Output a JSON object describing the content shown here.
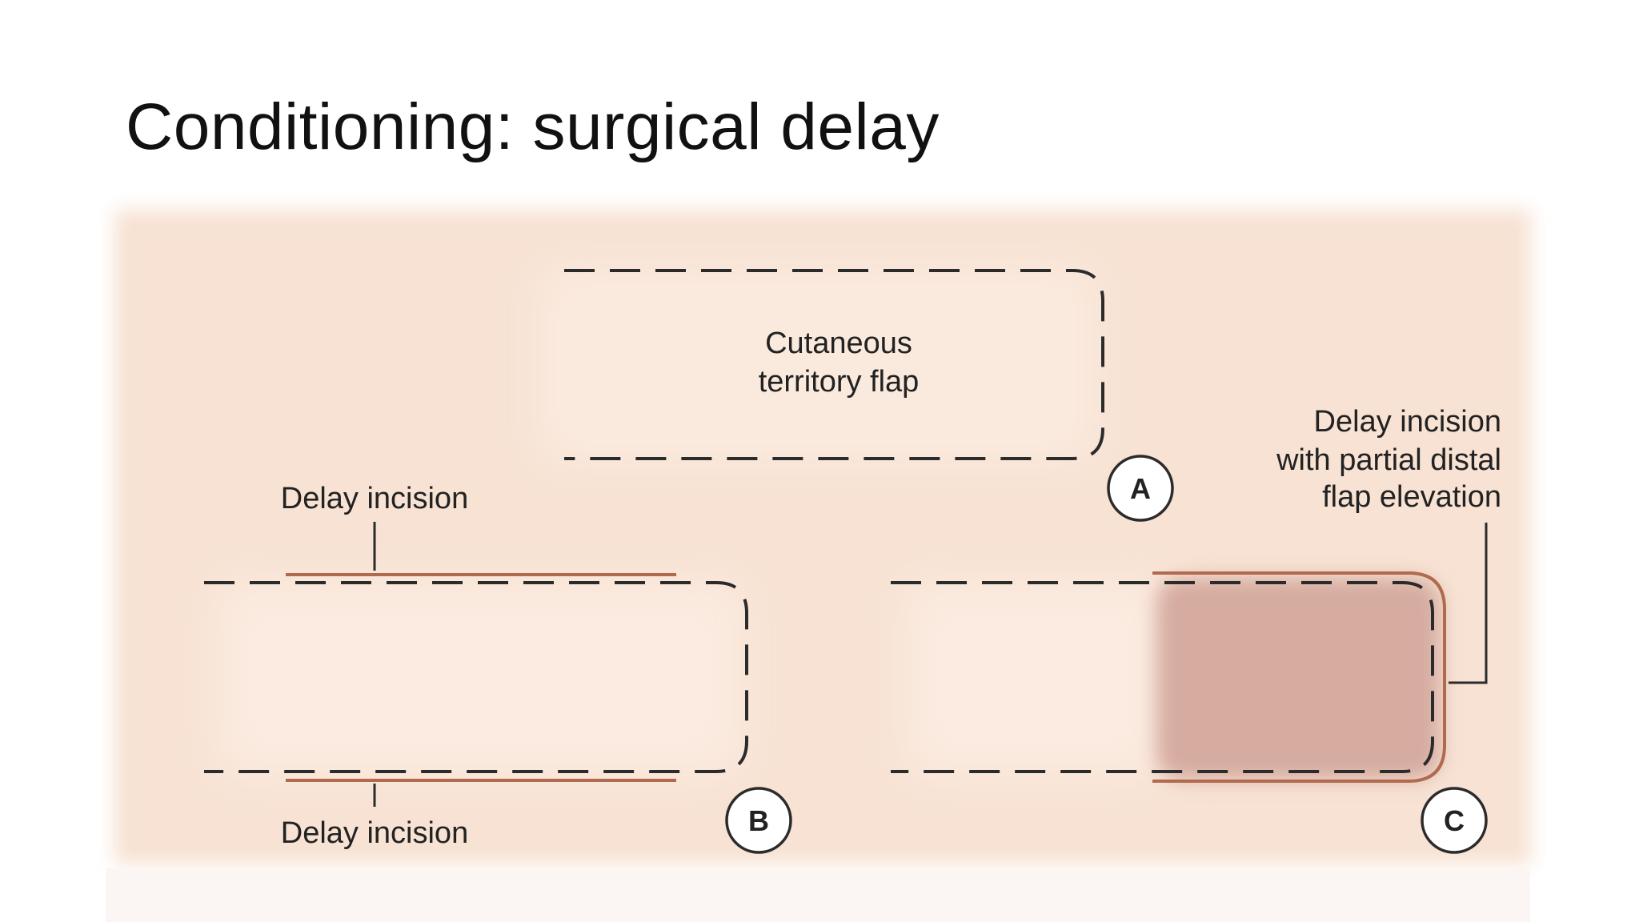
{
  "slide": {
    "title": "Conditioning: surgical delay"
  },
  "figure": {
    "panel_a": {
      "label": "A",
      "text_lines": [
        "Cutaneous",
        "territory flap"
      ]
    },
    "panel_b": {
      "label": "B",
      "top_label": "Delay incision",
      "bottom_label": "Delay incision"
    },
    "panel_c": {
      "label": "C",
      "text_lines": [
        "Delay incision",
        "with partial distal",
        "flap elevation"
      ]
    },
    "colors": {
      "background": "#f7e2d3",
      "dash": "#2b2b2b",
      "incision": "#b06a4e",
      "elevated_flap": "#d6aca0"
    }
  }
}
